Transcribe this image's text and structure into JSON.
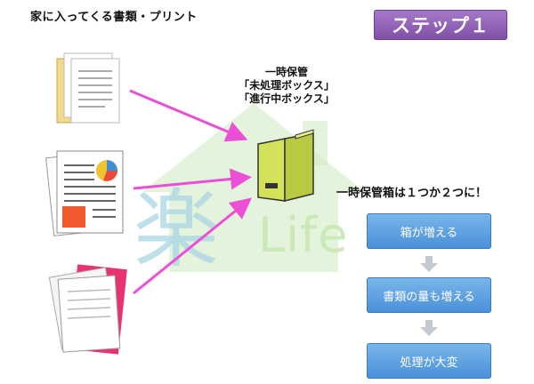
{
  "page_title": "家に入ってくる書類・プリント",
  "step_badge": "ステップ１",
  "watermark": {
    "kanji": "楽",
    "word": "Life"
  },
  "holding": {
    "title": "一時保管",
    "box1": "「未処理ボックス」",
    "box2": "「進行中ボックス」"
  },
  "note": "一時保管箱は１つか２つに！",
  "flow": [
    "箱が増える",
    "書類の量も増える",
    "処理が大変"
  ],
  "colors": {
    "arrow": "#ec4fd6",
    "badge": "#8b5db4",
    "flow_box": "#5b9de0",
    "file_box": "#d4e25a"
  }
}
